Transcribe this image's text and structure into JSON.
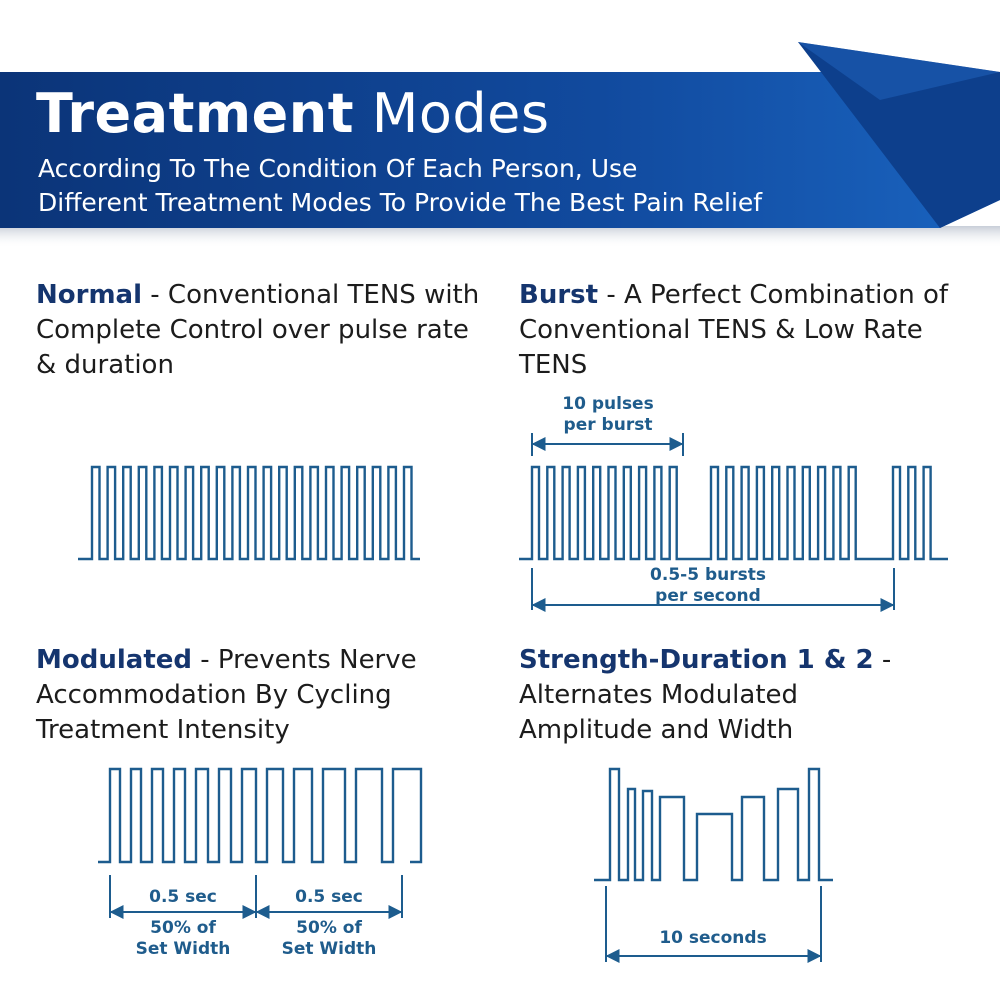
{
  "header": {
    "title_bold": "Treatment",
    "title_light": "Modes",
    "subtitle_line1": "According To The Condition Of Each Person, Use",
    "subtitle_line2": "Different Treatment Modes To Provide The Best Pain Relief"
  },
  "colors": {
    "banner_dark": "#0b3478",
    "banner_light": "#1a64c0",
    "wave": "#1d5c8e",
    "mode_name": "#15356e"
  },
  "modes": {
    "normal": {
      "name": "Normal",
      "description": " - Conventional TENS with Complete Control over pulse rate & duration"
    },
    "burst": {
      "name": "Burst",
      "description": " - A Perfect Combination of Conventional TENS & Low Rate TENS",
      "label_top_1": "10 pulses",
      "label_top_2": "per burst",
      "label_bottom_1": "0.5-5 bursts",
      "label_bottom_2": "per second"
    },
    "modulated": {
      "name": "Modulated",
      "description": " - Prevents Nerve Accommodation By Cycling Treatment Intensity",
      "left_time": "0.5 sec",
      "left_width_1": "50% of",
      "left_width_2": "Set Width",
      "right_time": "0.5 sec",
      "right_width_1": "50% of",
      "right_width_2": "Set Width"
    },
    "strength_duration": {
      "name": "Strength-Duration 1 & 2",
      "description": " - Alternates Modulated Amplitude and Width",
      "duration_label": "10 seconds"
    }
  }
}
